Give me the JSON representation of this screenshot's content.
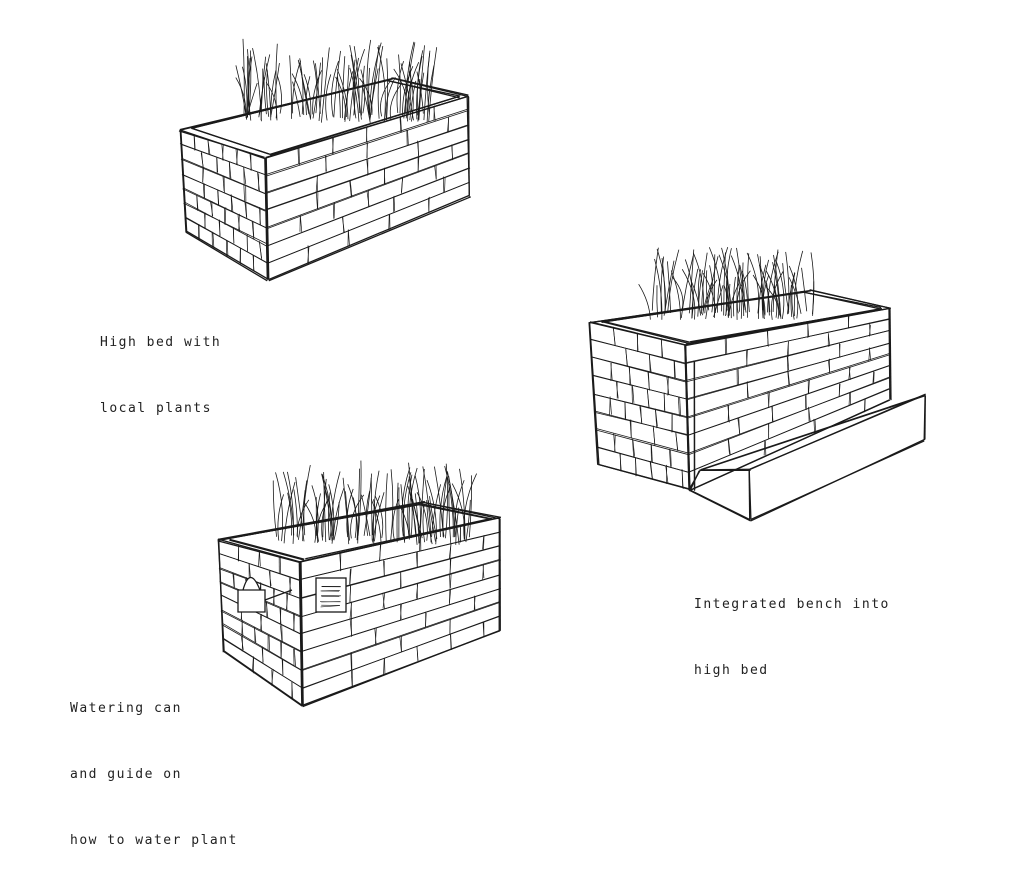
{
  "labels": {
    "high_bed": [
      "High bed with",
      "local plants"
    ],
    "bench": [
      "Integrated bench into",
      "high bed"
    ],
    "watering": [
      "Watering can",
      "and guide on",
      "how to water plant"
    ]
  },
  "colors": {
    "ink": "#1a1a1a",
    "paper": "#ffffff"
  }
}
